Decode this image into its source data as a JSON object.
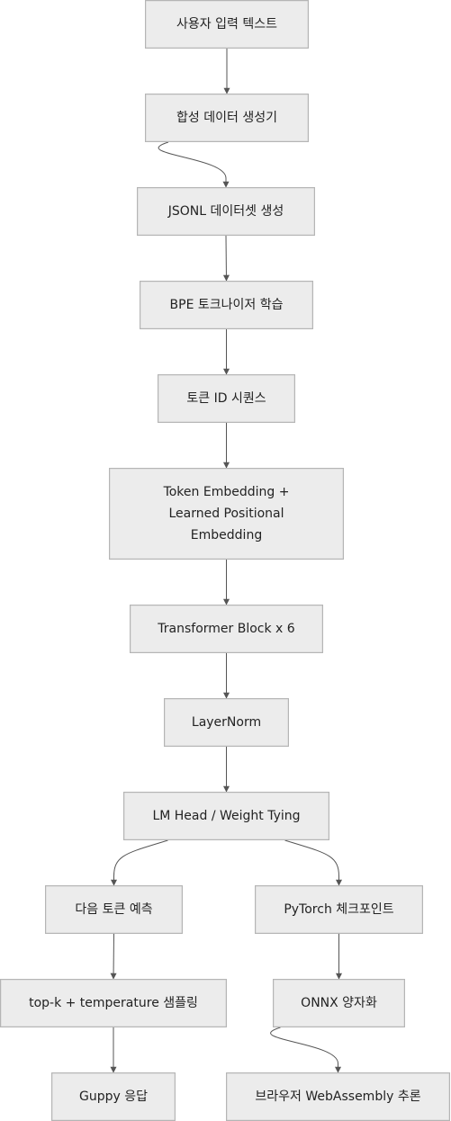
{
  "nodes": [
    {
      "id": "n1",
      "lines": [
        "사용자 입력 텍스트"
      ]
    },
    {
      "id": "n2",
      "lines": [
        "합성 데이터 생성기"
      ]
    },
    {
      "id": "n3",
      "lines": [
        "JSONL 데이터셋 생성"
      ]
    },
    {
      "id": "n4",
      "lines": [
        "BPE 토크나이저 학습"
      ]
    },
    {
      "id": "n5",
      "lines": [
        "토큰 ID 시퀀스"
      ]
    },
    {
      "id": "n6",
      "lines": [
        "Token Embedding +",
        "Learned Positional",
        "Embedding"
      ]
    },
    {
      "id": "n7",
      "lines": [
        "Transformer Block x 6"
      ]
    },
    {
      "id": "n8",
      "lines": [
        "LayerNorm"
      ]
    },
    {
      "id": "n9",
      "lines": [
        "LM Head / Weight Tying"
      ]
    },
    {
      "id": "n10",
      "lines": [
        "다음 토큰 예측"
      ]
    },
    {
      "id": "n11",
      "lines": [
        "PyTorch 체크포인트"
      ]
    },
    {
      "id": "n12",
      "lines": [
        "top-k + temperature 샘플링"
      ]
    },
    {
      "id": "n13",
      "lines": [
        "ONNX 양자화"
      ]
    },
    {
      "id": "n14",
      "lines": [
        "Guppy 응답"
      ]
    },
    {
      "id": "n15",
      "lines": [
        "브라우저 WebAssembly 추론"
      ]
    }
  ],
  "edges": [
    [
      "n1",
      "n2"
    ],
    [
      "n2",
      "n3"
    ],
    [
      "n3",
      "n4"
    ],
    [
      "n4",
      "n5"
    ],
    [
      "n5",
      "n6"
    ],
    [
      "n6",
      "n7"
    ],
    [
      "n7",
      "n8"
    ],
    [
      "n8",
      "n9"
    ],
    [
      "n9",
      "n10"
    ],
    [
      "n9",
      "n11"
    ],
    [
      "n10",
      "n12"
    ],
    [
      "n11",
      "n13"
    ],
    [
      "n12",
      "n14"
    ],
    [
      "n13",
      "n15"
    ]
  ]
}
